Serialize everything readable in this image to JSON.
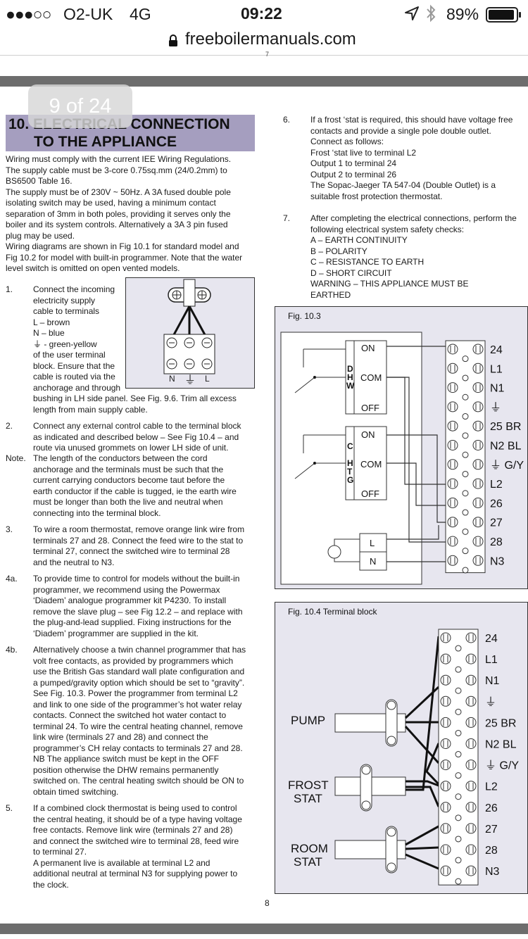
{
  "status_bar": {
    "signal": "●●●○○",
    "carrier": "O2-UK",
    "network": "4G",
    "time": "09:22",
    "battery": "89%"
  },
  "browser": {
    "url": "freeboilermanuals.com"
  },
  "page_counter": "9 of 24",
  "section": {
    "title_line1": "10. ELECTRICAL CONNECTION",
    "title_line2": "TO THE APPLIANCE",
    "intro": "Wiring must comply with the current IEE Wiring Regulations.\nThe supply cable must be 3-core 0.75sq.mm (24/0.2mm) to\nBS6500 Table 16.\nThe supply must be of 230V ~ 50Hz. A 3A fused double pole\nisolating switch may be used, having a minimum contact\nseparation of 3mm in both poles, providing it serves only the\nboiler and its system controls. Alternatively a 3A 3 pin fused\nplug may be used.\nWiring diagrams are shown in Fig 10.1 for standard model and\nFig 10.2 for model with built-in programmer. Note that the water\nlevel switch is omitted on open vented models."
  },
  "items": [
    {
      "num": "1.",
      "text": "Connect the incoming\nelectricity supply\ncable to terminals\nL – brown\nN – blue\n⏚ - green-yellow\nof the user terminal\nblock. Ensure that the\ncable is routed via the\nanchorage and through",
      "text2": "bushing in LH side panel. See Fig. 9.6. Trim all excess\nlength from main supply cable."
    },
    {
      "num": "2.",
      "text": "Connect any external control cable to the terminal block\nas indicated and described below – See Fig 10.4 – and\nroute via unused grommets on lower LH side of unit."
    },
    {
      "num": "Note.",
      "text": "The length of the conductors between the cord\nanchorage and the terminals must be such that the\ncurrent carrying conductors become taut before the\nearth conductor if the cable is tugged, ie the earth wire\nmust be longer than both the live and neutral when\nconnecting into the terminal block."
    },
    {
      "num": "3.",
      "text": "To wire a room thermostat, remove orange link wire from\nterminals 27 and 28. Connect the feed wire to the stat to\nterminal 27, connect the switched wire to terminal 28\nand the neutral to N3."
    },
    {
      "num": "4a.",
      "text": "To provide time to control for models without the built-in\nprogrammer, we recommend using the Powermax\n‘Diadem’ analogue programmer kit P4230. To install\nremove the slave plug – see Fig 12.2 – and replace with\nthe plug-and-lead supplied. Fixing instructions for the\n‘Diadem’ programmer are supplied in the kit."
    },
    {
      "num": "4b.",
      "text": "Alternatively choose a twin channel programmer that has\nvolt free contacts, as provided by programmers which\nuse the British Gas standard wall plate configuration and\na pumped/gravity option which should be set to “gravity”.\nSee Fig. 10.3. Power the programmer from terminal L2\nand link to one side of the programmer’s hot water relay\ncontacts. Connect the switched hot water contact to\nterminal 24. To wire the central heating channel, remove\nlink wire (terminals 27 and 28) and connect the\nprogrammer’s CH relay contacts to terminals 27 and 28.\nNB The appliance switch must be kept in the OFF\nposition otherwise the DHW remains permanently\nswitched on. The central heating switch should be ON to\nobtain timed switching."
    },
    {
      "num": "5.",
      "text": "If a combined clock thermostat is being used to control\nthe central heating, it should be of a type having voltage\nfree contacts. Remove link wire (terminals 27 and 28)\nand connect the switched wire to terminal 28, feed wire\nto terminal 27.\nA permanent live is available at terminal L2 and\nadditional neutral at terminal N3 for supplying power to\nthe clock."
    },
    {
      "num": "6.",
      "text": "If a frost ‘stat is required, this should have voltage free\ncontacts and provide a single pole double outlet.\nConnect as follows:\nFrost ‘stat live to terminal L2\nOutput 1 to terminal 24\nOutput 2 to terminal 26\nThe Sopac-Jaeger TA 547-04 (Double Outlet) is a\nsuitable frost protection thermostat."
    },
    {
      "num": "7.",
      "text": "After completing the electrical connections, perform the\nfollowing electrical system safety checks:\nA – EARTH CONTINUITY\nB – POLARITY\nC – RESISTANCE TO EARTH\nD – SHORT CIRCUIT\nWARNING – THIS APPLIANCE MUST BE\nEARTHED"
    }
  ],
  "fig1": {
    "labels": [
      "N",
      "⏚",
      "L"
    ]
  },
  "fig103": {
    "caption": "Fig. 10.3",
    "dhw_letters": [
      "D",
      "H",
      "W"
    ],
    "chtg_letters": [
      "C",
      "H",
      "T",
      "G"
    ],
    "switch_labels": [
      "ON",
      "COM",
      "OFF"
    ],
    "supply_labels": [
      "L",
      "N"
    ],
    "terminals": [
      "24",
      "L1",
      "N1",
      "⏚",
      "25 BR",
      "N2 BL",
      "⏚ G/Y",
      "L2",
      "26",
      "27",
      "28",
      "N3"
    ]
  },
  "fig104": {
    "caption": "Fig. 10.4 Terminal block",
    "devices": [
      "PUMP",
      "FROST\nSTAT",
      "ROOM\nSTAT"
    ],
    "terminals": [
      "24",
      "L1",
      "N1",
      "⏚",
      "25 BR",
      "N2  BL",
      "⏚  G/Y",
      "L2",
      "26",
      "27",
      "28",
      "N3"
    ]
  },
  "page_number": "8",
  "prev_page_number": "7"
}
